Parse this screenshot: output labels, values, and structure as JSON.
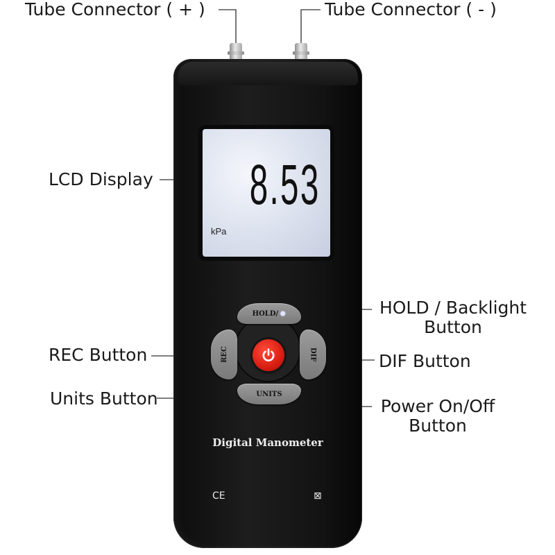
{
  "callouts": {
    "tube_plus": "Tube Connector ( + )",
    "tube_minus": "Tube Connector ( - )",
    "lcd_display": "LCD Display",
    "hold_line1": "HOLD / Backlight",
    "hold_line2": "Button",
    "rec_button": "REC Button",
    "dif_button": "DIF Button",
    "units_button": "Units Button",
    "power_line1": "Power On/Off",
    "power_line2": "Button"
  },
  "device": {
    "reading": "8.53",
    "unit": "kPa",
    "buttons": {
      "hold": "HOLD/",
      "rec": "REC",
      "dif": "DIF",
      "units": "UNITS"
    },
    "brand": "Digital Manometer",
    "ce_mark": "CE",
    "weee_mark": "⊠"
  },
  "colors": {
    "body": "#141414",
    "lcd_background": "#dfe4f0",
    "button_gray": "#8a8a8a",
    "power_red": "#d81e12",
    "leader_line": "#555555"
  }
}
